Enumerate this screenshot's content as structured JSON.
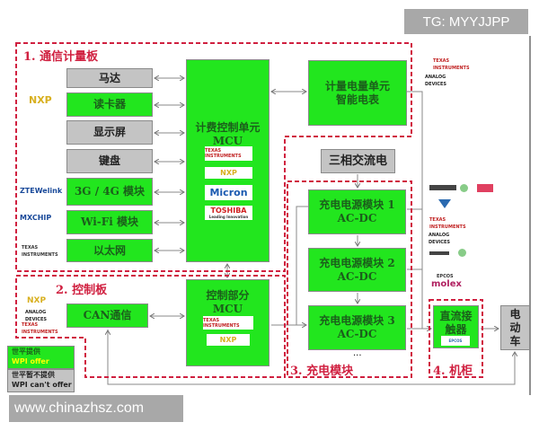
{
  "watermark_top": "TG: MYYJJPP",
  "watermark_bottom": "www.chinazhsz.com",
  "colors": {
    "offer": "#22e61e",
    "cannot_offer": "#c4c4c4",
    "section_border": "#d02040"
  },
  "sections": {
    "s1": "1. 通信计量板",
    "s2": "2. 控制板",
    "s3": "3. 充电模块",
    "s4": "4. 机柜"
  },
  "left_modules": [
    {
      "label": "马达",
      "offered": false
    },
    {
      "label": "读卡器",
      "offered": true
    },
    {
      "label": "显示屏",
      "offered": false
    },
    {
      "label": "键盘",
      "offered": false
    },
    {
      "label": "3G / 4G 模块",
      "offered": true
    },
    {
      "label": "Wi-Fi 模块",
      "offered": true
    },
    {
      "label": "以太网",
      "offered": true
    }
  ],
  "billing_mcu": {
    "line1": "计费控制单元",
    "line2": "MCU",
    "vendors": [
      "TEXAS INSTRUMENTS",
      "NXP",
      "Micron",
      "TOSHIBA"
    ],
    "toshiba_tag": "Leading Innovation"
  },
  "meter": {
    "line1": "计量电量单元",
    "line2": "智能电表"
  },
  "ac": "三相交流电",
  "charge_modules": [
    {
      "line1": "充电电源模块 1",
      "line2": "AC-DC"
    },
    {
      "line1": "充电电源模块 2",
      "line2": "AC-DC"
    },
    {
      "line1": "充电电源模块 3",
      "line2": "AC-DC"
    }
  ],
  "ellipsis": "...",
  "control_mcu": {
    "line1": "控制部分",
    "line2": "MCU",
    "vendors": [
      "TEXAS INSTRUMENTS",
      "NXP"
    ]
  },
  "can": "CAN通信",
  "contactor": {
    "line1": "直流接",
    "line2": "触器",
    "vendor": "EPCOS"
  },
  "ev": [
    "电",
    "动",
    "车"
  ],
  "left_logos": [
    "NXP",
    "ZTEWelink",
    "MXCHIP",
    "TEXAS INSTRUMENTS",
    "NXP",
    "ANALOG DEVICES",
    "TEXAS INSTRUMENTS"
  ],
  "right_logos": [
    "TEXAS INSTRUMENTS",
    "ANALOG DEVICES",
    "TEXAS INSTRUMENTS",
    "ANALOG DEVICES",
    "EPCOS",
    "molex"
  ],
  "legend": [
    {
      "cn": "世平提供",
      "en": "WPI offer",
      "offered": true
    },
    {
      "cn": "世平暂不提供",
      "en": "WPI can't offer",
      "offered": false
    }
  ]
}
